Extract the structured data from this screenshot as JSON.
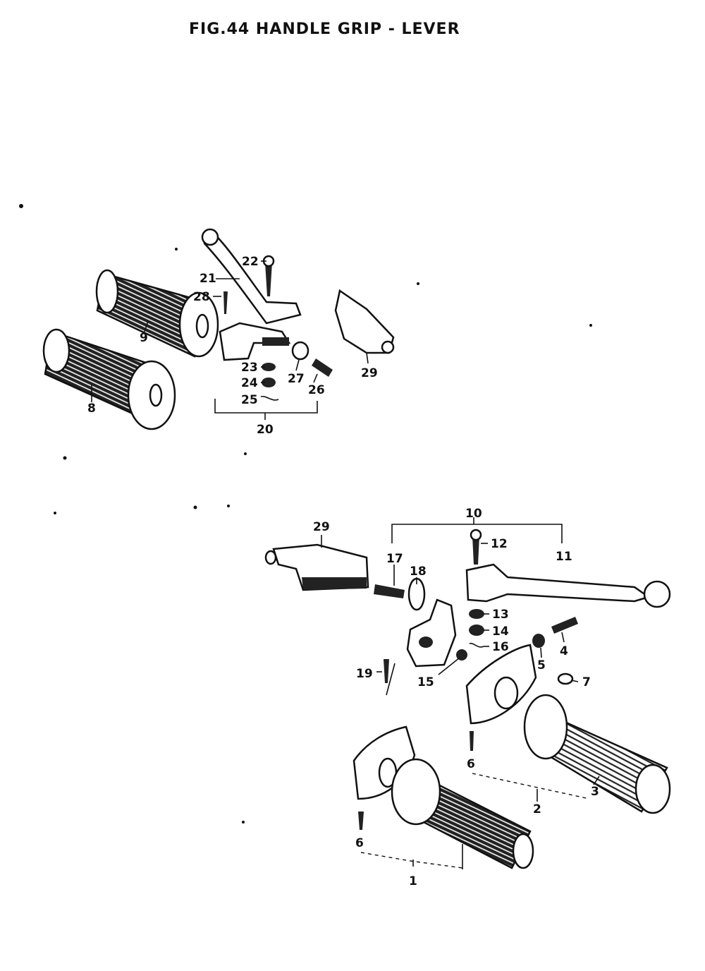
{
  "title": "FIG.44  HANDLE GRIP - LEVER",
  "callouts": [
    {
      "id": "c1",
      "text": "1"
    },
    {
      "id": "c2",
      "text": "2"
    },
    {
      "id": "c3",
      "text": "3"
    },
    {
      "id": "c4",
      "text": "4"
    },
    {
      "id": "c5",
      "text": "5"
    },
    {
      "id": "c6a",
      "text": "6"
    },
    {
      "id": "c6b",
      "text": "6"
    },
    {
      "id": "c7",
      "text": "7"
    },
    {
      "id": "c8",
      "text": "8"
    },
    {
      "id": "c9",
      "text": "9"
    },
    {
      "id": "c10",
      "text": "10"
    },
    {
      "id": "c11",
      "text": "11"
    },
    {
      "id": "c12",
      "text": "12"
    },
    {
      "id": "c13",
      "text": "13"
    },
    {
      "id": "c14",
      "text": "14"
    },
    {
      "id": "c15",
      "text": "15"
    },
    {
      "id": "c16",
      "text": "16"
    },
    {
      "id": "c17",
      "text": "17"
    },
    {
      "id": "c18",
      "text": "18"
    },
    {
      "id": "c19",
      "text": "19"
    },
    {
      "id": "c20",
      "text": "20"
    },
    {
      "id": "c21",
      "text": "21"
    },
    {
      "id": "c22",
      "text": "22"
    },
    {
      "id": "c23",
      "text": "23"
    },
    {
      "id": "c24",
      "text": "24"
    },
    {
      "id": "c25",
      "text": "25"
    },
    {
      "id": "c26",
      "text": "26"
    },
    {
      "id": "c27",
      "text": "27"
    },
    {
      "id": "c28",
      "text": "28"
    },
    {
      "id": "c29a",
      "text": "29"
    },
    {
      "id": "c29b",
      "text": "29"
    }
  ]
}
